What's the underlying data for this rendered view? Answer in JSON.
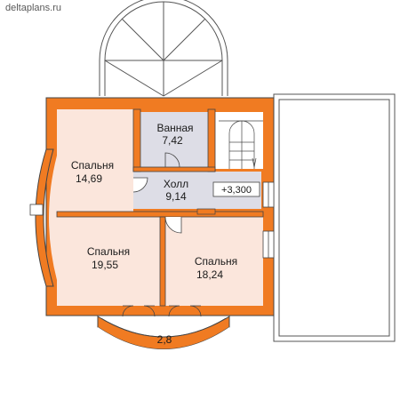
{
  "site": "deltaplans.ru",
  "rooms": [
    {
      "id": "bath",
      "name": "Ванная",
      "area": "7,42"
    },
    {
      "id": "bed1",
      "name": "Спальня",
      "area": "14,69"
    },
    {
      "id": "hall",
      "name": "Холл",
      "area": "9,14"
    },
    {
      "id": "bed2",
      "name": "Спальня",
      "area": "19,55"
    },
    {
      "id": "bed3",
      "name": "Спальня",
      "area": "18,24"
    }
  ],
  "level_mark": "+3,300",
  "balcony_dim": "2,8",
  "colors": {
    "wall": "#f07b22",
    "room": "#fbe6dc",
    "hall": "#dddde6",
    "outline": "#444444"
  }
}
